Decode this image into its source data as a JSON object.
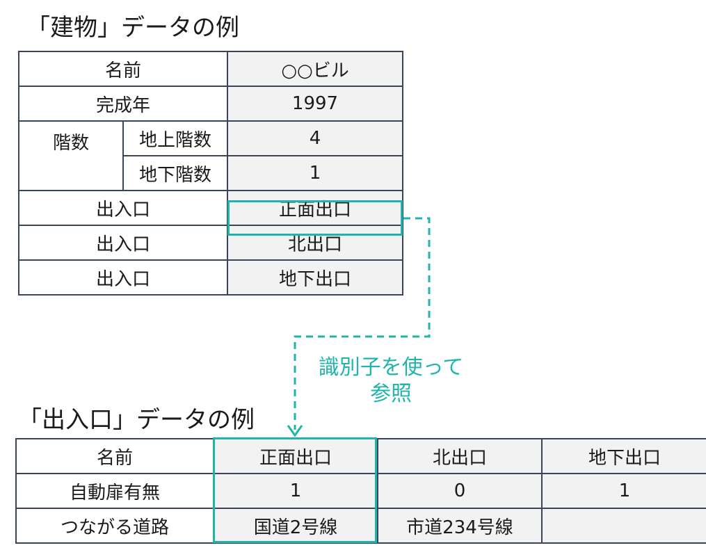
{
  "building": {
    "title": "「建物」データの例",
    "rows": {
      "name_label": "名前",
      "name_value": "○○ビル",
      "year_label": "完成年",
      "year_value": "1997",
      "floors_label": "階数",
      "above_label": "地上階数",
      "above_value": "4",
      "below_label": "地下階数",
      "below_value": "1",
      "entrance_label": "出入口",
      "entrances": [
        "正面出口",
        "北出口",
        "地下出口"
      ]
    }
  },
  "reference_note": [
    "識別子を使って",
    "参照"
  ],
  "entrance": {
    "title": "「出入口」データの例",
    "headers": [
      "名前",
      "正面出口",
      "北出口",
      "地下出口"
    ],
    "rows": [
      {
        "label": "自動扉有無",
        "values": [
          "1",
          "0",
          "1"
        ]
      },
      {
        "label": "つながる道路",
        "values": [
          "国道2号線",
          "市道234号線",
          ""
        ]
      }
    ]
  },
  "colors": {
    "accent": "#1fb5ad",
    "border": "#3a4458",
    "value_bg": "#f2f2f2"
  }
}
